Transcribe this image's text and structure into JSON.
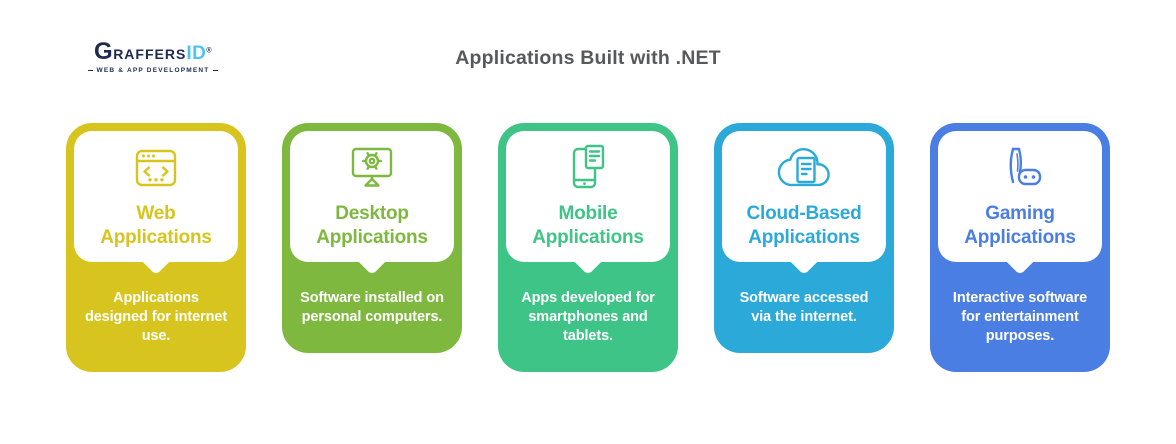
{
  "header": {
    "title": "Applications Built with .NET",
    "title_color": "#58595b",
    "logo": {
      "brand_g": "G",
      "brand_rest": "RAFFERS",
      "brand_id": "ID",
      "registered_mark": "®",
      "tagline": "WEB & APP DEVELOPMENT",
      "navy": "#1d2b4f",
      "light_blue": "#4fc3f0"
    }
  },
  "cards": [
    {
      "title": "Web Applications",
      "description": "Applications designed for internet use.",
      "color": "#d8c41e",
      "icon": "browser-code-icon"
    },
    {
      "title": "Desktop Applications",
      "description": "Software installed on personal computers.",
      "color": "#7eb83f",
      "icon": "desktop-gear-icon"
    },
    {
      "title": "Mobile Applications",
      "description": "Apps developed for smartphones and tablets.",
      "color": "#3ec487",
      "icon": "mobile-notes-icon"
    },
    {
      "title": "Cloud-Based Applications",
      "description": "Software accessed via the internet.",
      "color": "#2ba9d8",
      "icon": "cloud-document-icon"
    },
    {
      "title": "Gaming Applications",
      "description": "Interactive software for entertainment purposes.",
      "color": "#4b7ee2",
      "icon": "console-gamepad-icon"
    }
  ]
}
